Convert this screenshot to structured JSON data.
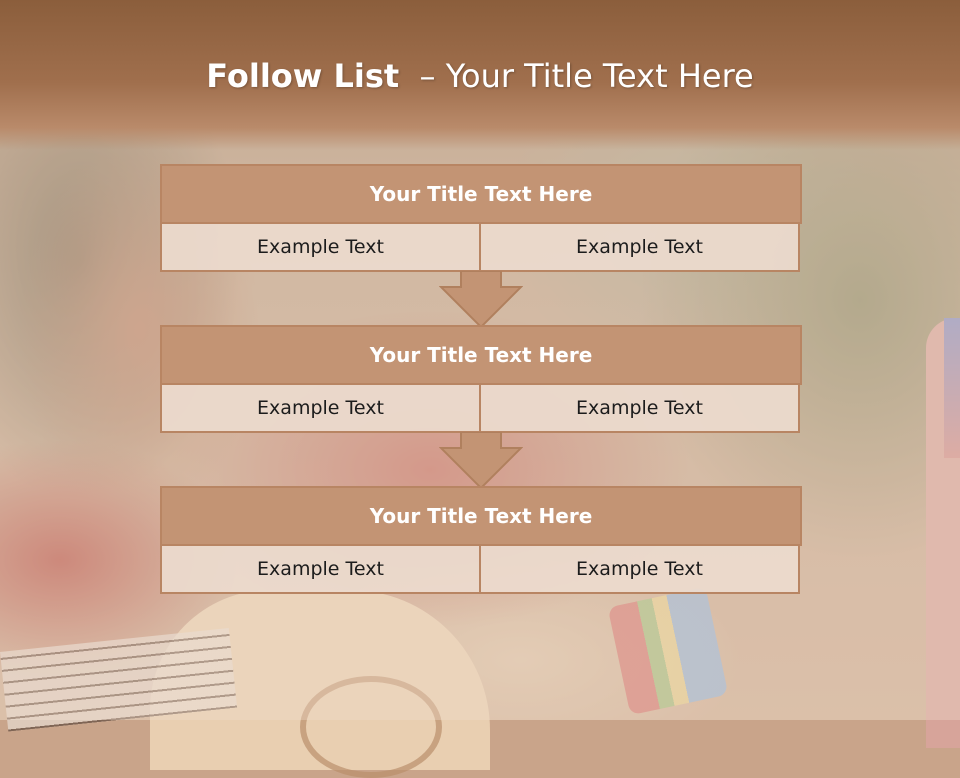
{
  "slide": {
    "title_bold": "Follow List",
    "title_rest": "– Your Title Text Here"
  },
  "blocks": [
    {
      "title": "Your Title Text Here",
      "left": "Example Text",
      "right": "Example Text"
    },
    {
      "title": "Your Title Text Here",
      "left": "Example Text",
      "right": "Example Text"
    },
    {
      "title": "Your Title Text Here",
      "left": "Example Text",
      "right": "Example Text"
    }
  ],
  "colors": {
    "header_fill": "#c39474",
    "border": "#b88563",
    "band": "#a06f4d"
  }
}
